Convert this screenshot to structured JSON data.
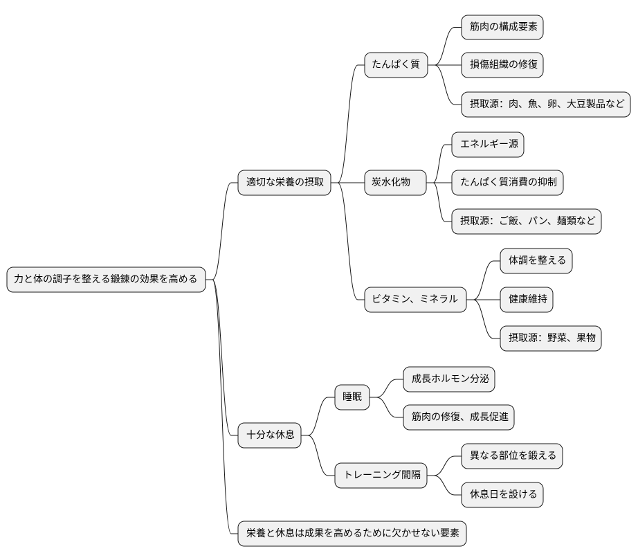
{
  "root": {
    "label": "力と体の調子を整える鍛錬の効果を高める",
    "children": [
      {
        "label": "適切な栄養の摂取",
        "children": [
          {
            "label": "たんぱく質",
            "children": [
              {
                "label": "筋肉の構成要素"
              },
              {
                "label": "損傷組織の修復"
              },
              {
                "label": "摂取源：肉、魚、卵、大豆製品など"
              }
            ]
          },
          {
            "label": "炭水化物",
            "children": [
              {
                "label": "エネルギー源"
              },
              {
                "label": "たんぱく質消費の抑制"
              },
              {
                "label": "摂取源：ご飯、パン、麺類など"
              }
            ]
          },
          {
            "label": "ビタミン、ミネラル",
            "children": [
              {
                "label": "体調を整える"
              },
              {
                "label": "健康維持"
              },
              {
                "label": "摂取源：野菜、果物"
              }
            ]
          }
        ]
      },
      {
        "label": "十分な休息",
        "children": [
          {
            "label": "睡眠",
            "children": [
              {
                "label": "成長ホルモン分泌"
              },
              {
                "label": "筋肉の修復、成長促進"
              }
            ]
          },
          {
            "label": "トレーニング間隔",
            "children": [
              {
                "label": "異なる部位を鍛える"
              },
              {
                "label": "休息日を設ける"
              }
            ]
          }
        ]
      },
      {
        "label": "栄養と休息は成果を高めるために欠かせない要素"
      }
    ]
  }
}
